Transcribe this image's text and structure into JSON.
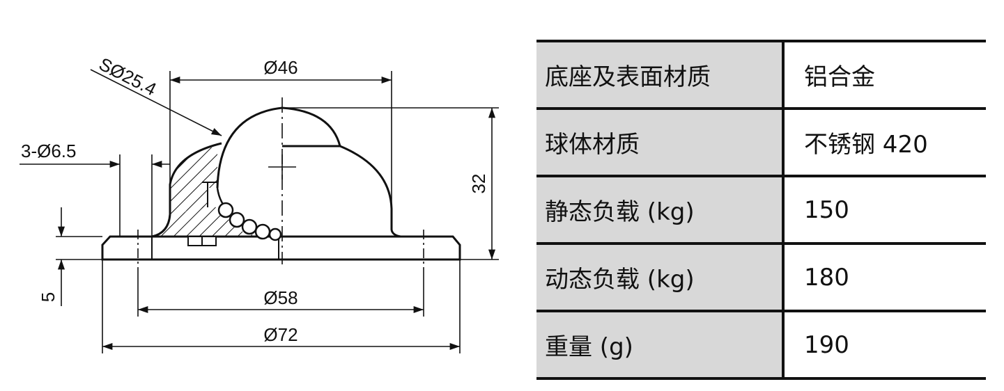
{
  "drawing": {
    "dim_top": "Ø46",
    "dim_sphere": "SØ25.4",
    "dim_holes": "3-Ø6.5",
    "dim_height": "32",
    "dim_base": "5",
    "dim_mid": "Ø58",
    "dim_outer": "Ø72"
  },
  "spec_table": {
    "rows": [
      {
        "label": "底座及表面材质",
        "value": "铝合金"
      },
      {
        "label": "球体材质",
        "value": "不锈钢 420"
      },
      {
        "label": "静态负载 (kg)",
        "value": "150"
      },
      {
        "label": "动态负载 (kg)",
        "value": "180"
      },
      {
        "label": "重量 (g)",
        "value": "190"
      }
    ]
  }
}
